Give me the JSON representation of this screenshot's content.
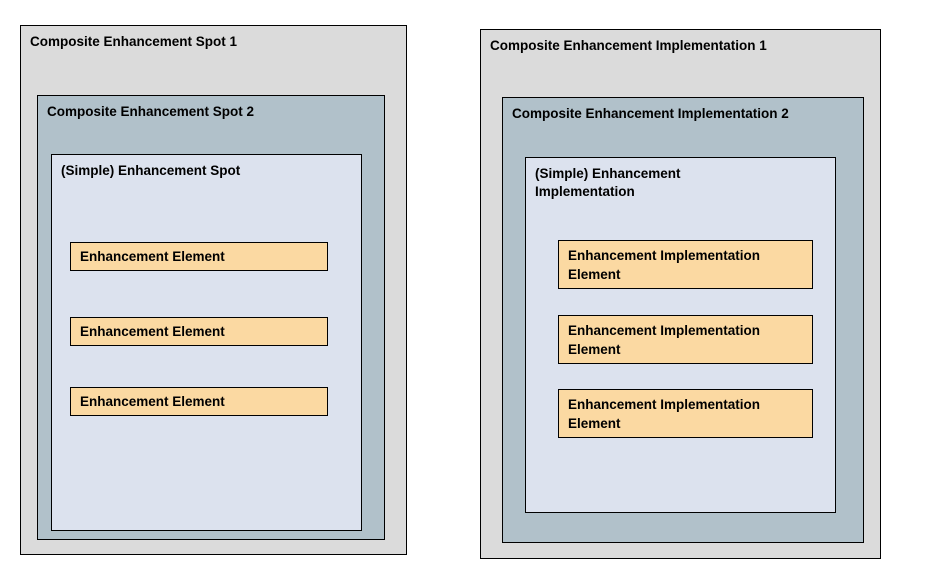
{
  "spot": {
    "outer_label": "Composite Enhancement Spot 1",
    "mid_label": "Composite Enhancement Spot 2",
    "inner_label": "(Simple) Enhancement Spot",
    "elements": [
      "Enhancement Element",
      "Enhancement Element",
      "Enhancement Element"
    ]
  },
  "implementation": {
    "outer_label": "Composite Enhancement Implementation 1",
    "mid_label": "Composite Enhancement Implementation 2",
    "inner_label": "(Simple) Enhancement Implementation",
    "elements": [
      "Enhancement Implementation Element",
      "Enhancement Implementation Element",
      "Enhancement Implementation Element"
    ]
  },
  "colors": {
    "outer_fill": "#dbdbdb",
    "mid_fill": "#b1c1ca",
    "inner_fill": "#dce2ee",
    "element_fill": "#fbd9a2",
    "border": "#000000",
    "text": "#000000",
    "background": "#ffffff"
  }
}
